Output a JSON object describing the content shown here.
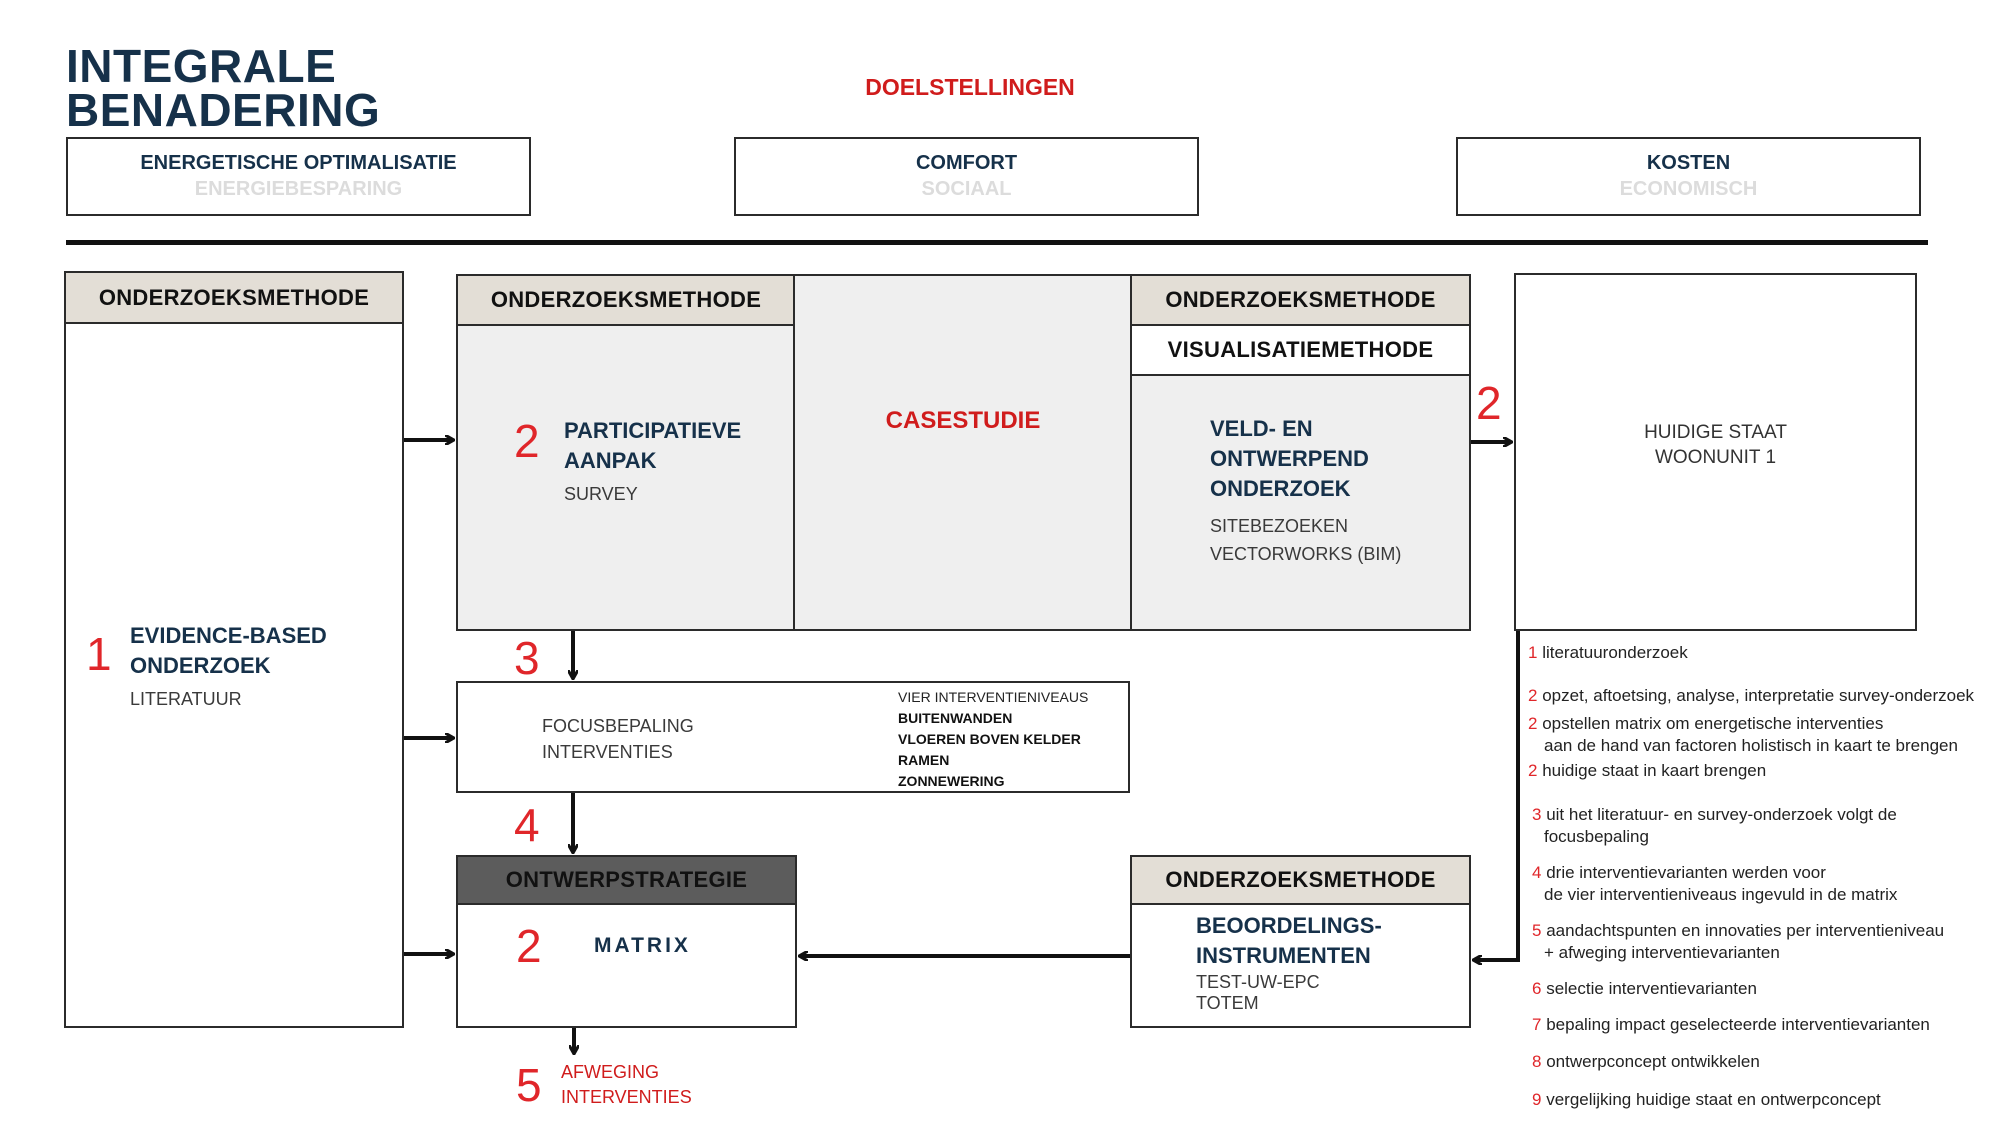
{
  "title": {
    "line1": "INTEGRALE",
    "line2": "BENADERING"
  },
  "goals": {
    "heading": "DOELSTELLINGEN",
    "boxes": [
      {
        "main": "ENERGETISCHE OPTIMALISATIE",
        "sub": "ENERGIEBESPARING"
      },
      {
        "main": "COMFORT",
        "sub": "SOCIAAL"
      },
      {
        "main": "KOSTEN",
        "sub": "ECONOMISCH"
      }
    ]
  },
  "header_label": "ONDERZOEKSMETHODE",
  "evidence": {
    "num": "1",
    "title1": "EVIDENCE-BASED",
    "title2": "ONDERZOEK",
    "sub": "LITERATUUR"
  },
  "participatief": {
    "num": "2",
    "title1": "PARTICIPATIEVE",
    "title2": "AANPAK",
    "sub": "SURVEY"
  },
  "casestudie": "CASESTUDIE",
  "veld": {
    "header2": "VISUALISATIEMETHODE",
    "title1": "VELD- EN",
    "title2": "ONTWERPEND",
    "title3": "ONDERZOEK",
    "sub1": "SITEBEZOEKEN",
    "sub2": "VECTORWORKS (BIM)"
  },
  "arrow_num_2": "2",
  "huidige": {
    "line1": "HUIDIGE STAAT",
    "line2": "WOONUNIT 1"
  },
  "focus": {
    "num": "3",
    "line1": "FOCUSBEPALING",
    "line2": "INTERVENTIES",
    "levels_title": "VIER INTERVENTIENIVEAUS",
    "levels": [
      "BUITENWANDEN",
      "VLOEREN BOVEN KELDER",
      "RAMEN",
      "ZONNEWERING"
    ]
  },
  "strategie": {
    "num_arrow": "4",
    "header": "ONTWERPSTRATEGIE",
    "num": "2",
    "label": "MATRIX"
  },
  "beoordeling": {
    "title1": "BEOORDELINGS-",
    "title2": "INSTRUMENTEN",
    "sub1": "TEST-UW-EPC",
    "sub2": "TOTEM"
  },
  "afweging": {
    "num": "5",
    "line1": "AFWEGING",
    "line2": "INTERVENTIES"
  },
  "steps": [
    {
      "n": "1",
      "l1": "literatuuronderzoek",
      "l2": ""
    },
    {
      "n": "2",
      "l1": "opzet, aftoetsing, analyse, interpretatie survey-onderzoek",
      "l2": ""
    },
    {
      "n": "2",
      "l1": "opstellen matrix om energetische interventies",
      "l2": "aan de hand van factoren holistisch in kaart te brengen"
    },
    {
      "n": "2",
      "l1": "huidige staat in kaart brengen",
      "l2": ""
    },
    {
      "n": "3",
      "l1": "uit het literatuur- en survey-onderzoek volgt de",
      "l2": "focusbepaling"
    },
    {
      "n": "4",
      "l1": "drie interventievarianten werden voor",
      "l2": "de vier interventieniveaus ingevuld in de matrix"
    },
    {
      "n": "5",
      "l1": "aandachtspunten en innovaties per interventieniveau",
      "l2": "+ afweging interventievarianten"
    },
    {
      "n": "6",
      "l1": "selectie interventievarianten",
      "l2": ""
    },
    {
      "n": "7",
      "l1": "bepaling impact geselecteerde interventievarianten",
      "l2": ""
    },
    {
      "n": "8",
      "l1": "ontwerpconcept ontwikkelen",
      "l2": ""
    },
    {
      "n": "9",
      "l1": "vergelijking huidige staat en ontwerpconcept",
      "l2": ""
    }
  ]
}
